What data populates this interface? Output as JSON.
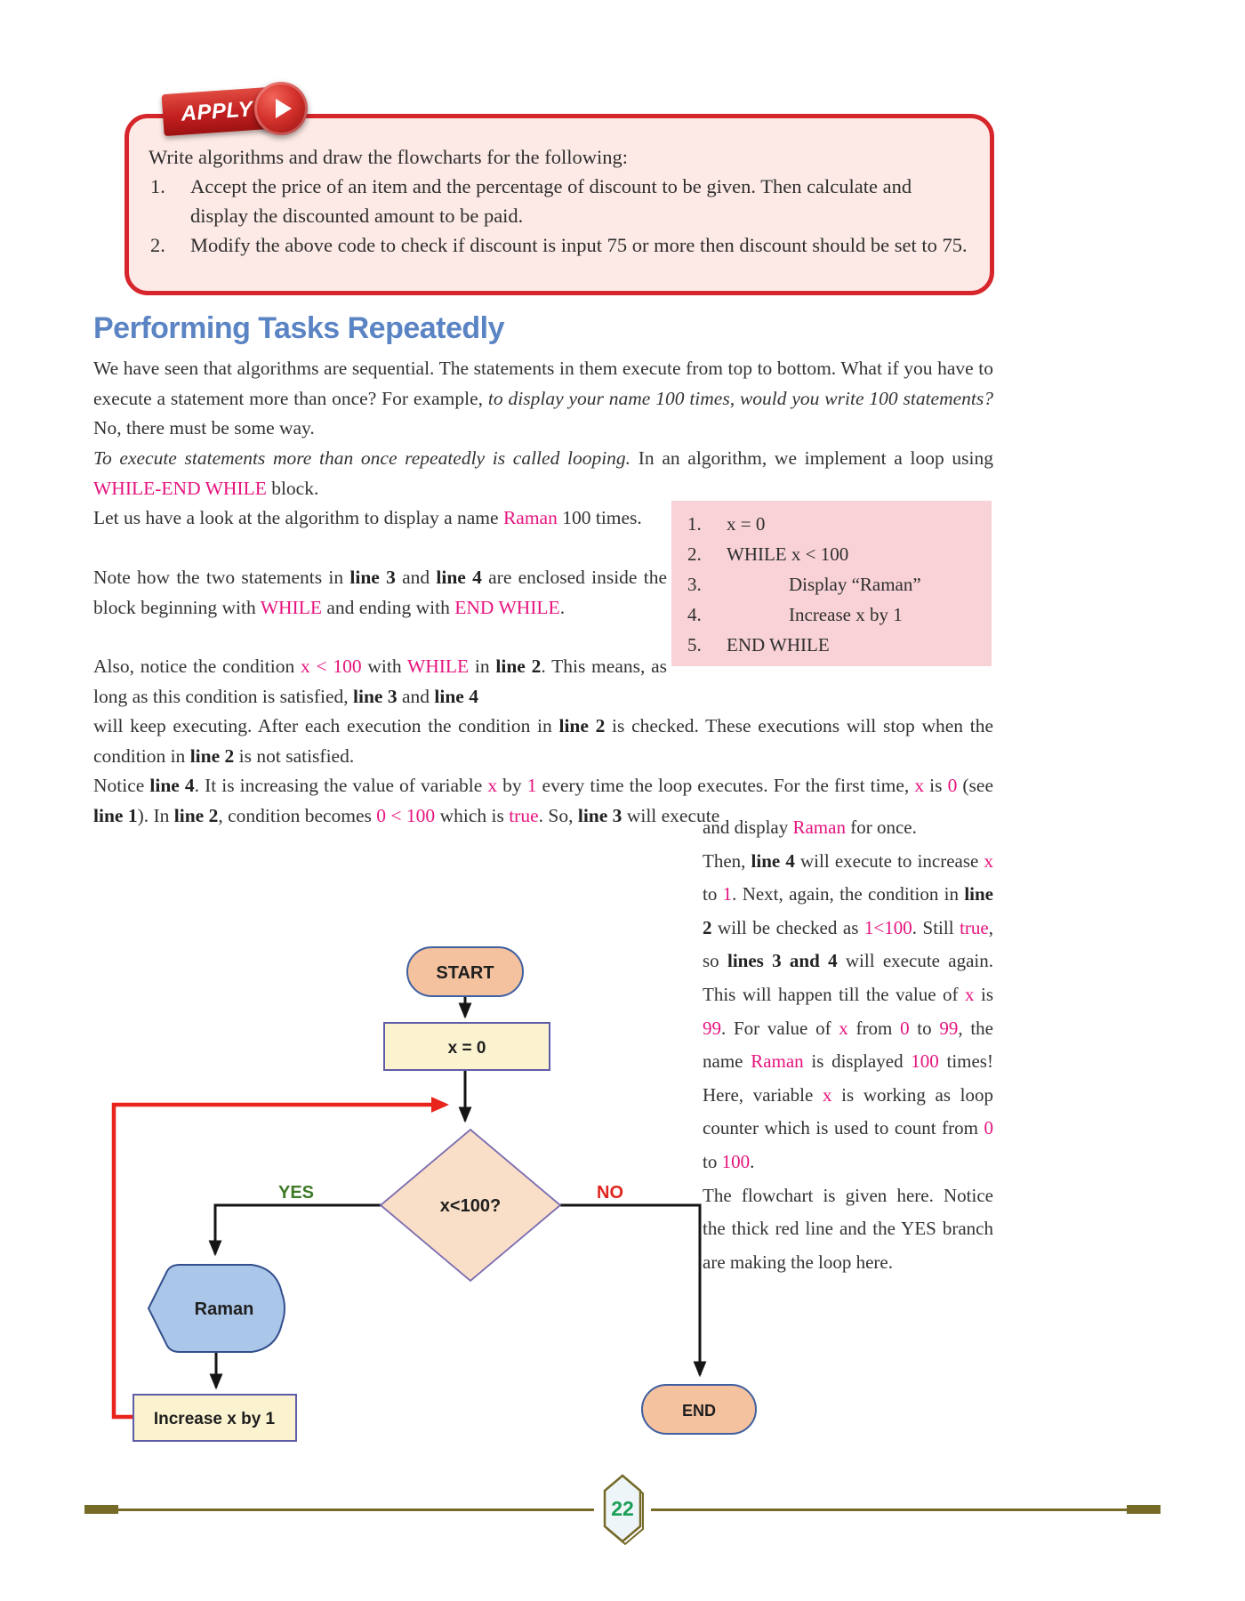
{
  "colors": {
    "accent_pink": "#e5147e",
    "heading_blue": "#5b84c4",
    "apply_red": "#d6252b",
    "yes_green": "#3e7a28",
    "no_red": "#e0251f",
    "loop_red": "#e8241c",
    "footer_olive": "#756a28",
    "page_num_green": "#1b9e55"
  },
  "apply_box": {
    "badge_label": "APPLY",
    "intro": "Write algorithms and draw the flowcharts for the following:",
    "items": [
      {
        "num": "1.",
        "text": "Accept the price of an item and the percentage of discount to be given. Then calculate and display the discounted amount to be paid."
      },
      {
        "num": "2.",
        "text": "Modify the above code to check if discount is input 75 or more then discount should be set to 75."
      }
    ]
  },
  "heading": "Performing Tasks Repeatedly",
  "paragraphs": {
    "p1": [
      {
        "s": "n",
        "t": "We have seen that algorithms are sequential. The statements in them execute from top to bottom. What if you have to execute a statement more than once? For example, "
      },
      {
        "s": "i",
        "t": "to display your name 100 times, would you write 100 statements?"
      },
      {
        "s": "n",
        "t": " No, there must be some way."
      }
    ],
    "p2": [
      {
        "s": "i",
        "t": "To execute statements more than once repeatedly is called looping."
      },
      {
        "s": "n",
        "t": " In an algorithm, we implement a loop using "
      },
      {
        "s": "m",
        "t": "WHILE-END WHILE"
      },
      {
        "s": "n",
        "t": " block."
      }
    ],
    "p3": [
      {
        "s": "n",
        "t": "Let us have a look at the algorithm to display a name "
      },
      {
        "s": "m",
        "t": "Raman"
      },
      {
        "s": "n",
        "t": " 100 times."
      }
    ],
    "p4": [
      {
        "s": "n",
        "t": "Note how the two statements in "
      },
      {
        "s": "b",
        "t": "line 3"
      },
      {
        "s": "n",
        "t": " and "
      },
      {
        "s": "b",
        "t": "line 4"
      },
      {
        "s": "n",
        "t": " are enclosed inside the block beginning with "
      },
      {
        "s": "m",
        "t": "WHILE"
      },
      {
        "s": "n",
        "t": " and ending with "
      },
      {
        "s": "m",
        "t": "END WHILE"
      },
      {
        "s": "n",
        "t": "."
      }
    ],
    "p5": [
      {
        "s": "n",
        "t": "Also, notice the condition "
      },
      {
        "s": "m",
        "t": "x < 100"
      },
      {
        "s": "n",
        "t": " with "
      },
      {
        "s": "m",
        "t": "WHILE"
      },
      {
        "s": "n",
        "t": " in "
      },
      {
        "s": "b",
        "t": "line 2"
      },
      {
        "s": "n",
        "t": ". This means, as long as this condition is satisfied, "
      },
      {
        "s": "b",
        "t": "line 3"
      },
      {
        "s": "n",
        "t": " and "
      },
      {
        "s": "b",
        "t": "line 4"
      }
    ],
    "p6": [
      {
        "s": "n",
        "t": "will keep executing. After each execution the condition in "
      },
      {
        "s": "b",
        "t": "line 2"
      },
      {
        "s": "n",
        "t": " is checked. These executions will stop when the condition in "
      },
      {
        "s": "b",
        "t": "line 2"
      },
      {
        "s": "n",
        "t": " is not satisfied."
      }
    ],
    "p7": [
      {
        "s": "n",
        "t": "Notice "
      },
      {
        "s": "b",
        "t": "line 4"
      },
      {
        "s": "n",
        "t": ". It is increasing the value of variable "
      },
      {
        "s": "m",
        "t": "x"
      },
      {
        "s": "n",
        "t": " by "
      },
      {
        "s": "m",
        "t": "1"
      },
      {
        "s": "n",
        "t": " every time the loop executes. For the first time, "
      },
      {
        "s": "m",
        "t": "x"
      },
      {
        "s": "n",
        "t": " is "
      },
      {
        "s": "m",
        "t": "0"
      },
      {
        "s": "n",
        "t": " (see "
      },
      {
        "s": "b",
        "t": "line 1"
      },
      {
        "s": "n",
        "t": "). In "
      },
      {
        "s": "b",
        "t": "line 2"
      },
      {
        "s": "n",
        "t": ", condition becomes "
      },
      {
        "s": "m",
        "t": "0 < 100"
      },
      {
        "s": "n",
        "t": " which is "
      },
      {
        "s": "m",
        "t": "true"
      },
      {
        "s": "n",
        "t": ". So, "
      },
      {
        "s": "b",
        "t": "line 3"
      },
      {
        "s": "n",
        "t": " will execute"
      }
    ],
    "p8": [
      {
        "s": "n",
        "t": "and display "
      },
      {
        "s": "m",
        "t": "Raman"
      },
      {
        "s": "n",
        "t": " for once."
      }
    ],
    "p9": [
      {
        "s": "n",
        "t": "Then, "
      },
      {
        "s": "b",
        "t": "line 4"
      },
      {
        "s": "n",
        "t": " will execute to increase "
      },
      {
        "s": "m",
        "t": "x"
      },
      {
        "s": "n",
        "t": " to "
      },
      {
        "s": "m",
        "t": "1"
      },
      {
        "s": "n",
        "t": ". Next, again, the condition in "
      },
      {
        "s": "b",
        "t": "line 2"
      },
      {
        "s": "n",
        "t": " will be checked as "
      },
      {
        "s": "m",
        "t": "1<100"
      },
      {
        "s": "n",
        "t": ". Still "
      },
      {
        "s": "m",
        "t": "true"
      },
      {
        "s": "n",
        "t": ", so "
      },
      {
        "s": "b",
        "t": "lines 3 and 4"
      },
      {
        "s": "n",
        "t": " will execute again. This will happen till the value of "
      },
      {
        "s": "m",
        "t": "x"
      },
      {
        "s": "n",
        "t": " is "
      },
      {
        "s": "m",
        "t": "99"
      },
      {
        "s": "n",
        "t": ". For value of "
      },
      {
        "s": "m",
        "t": "x"
      },
      {
        "s": "n",
        "t": " from "
      },
      {
        "s": "m",
        "t": "0"
      },
      {
        "s": "n",
        "t": " to "
      },
      {
        "s": "m",
        "t": "99"
      },
      {
        "s": "n",
        "t": ", the name "
      },
      {
        "s": "m",
        "t": "Raman"
      },
      {
        "s": "n",
        "t": " is displayed "
      },
      {
        "s": "m",
        "t": "100"
      },
      {
        "s": "n",
        "t": " times! Here, variable "
      },
      {
        "s": "m",
        "t": "x"
      },
      {
        "s": "n",
        "t": " is working as loop counter which is used to count from "
      },
      {
        "s": "m",
        "t": "0"
      },
      {
        "s": "n",
        "t": " to "
      },
      {
        "s": "m",
        "t": "100"
      },
      {
        "s": "n",
        "t": "."
      }
    ],
    "p10": [
      {
        "s": "n",
        "t": "The flowchart is given here. Notice the thick red line and the YES branch are making the loop here."
      }
    ]
  },
  "algorithm": {
    "lines": [
      {
        "num": "1.",
        "text": "x = 0"
      },
      {
        "num": "2.",
        "text": "WHILE x < 100"
      },
      {
        "num": "3.",
        "text": "Display “Raman”"
      },
      {
        "num": "4.",
        "text": "Increase x by 1"
      },
      {
        "num": "5.",
        "text": "END WHILE"
      }
    ]
  },
  "flowchart": {
    "start": "START",
    "init": "x = 0",
    "condition": "x<100?",
    "yes_label": "YES",
    "no_label": "NO",
    "display": "Raman",
    "increment": "Increase x by 1",
    "end": "END"
  },
  "footer": {
    "page_number": "22"
  }
}
